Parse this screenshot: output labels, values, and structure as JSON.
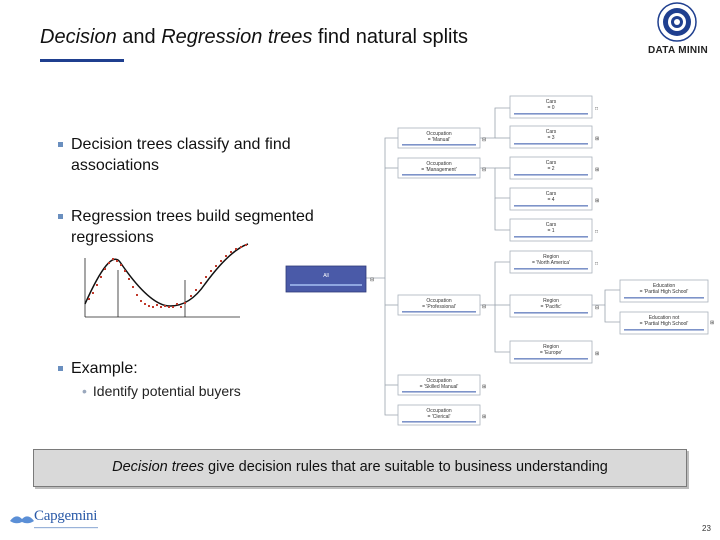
{
  "slide": {
    "title_part1": "Decision",
    "title_part2": " and ",
    "title_part3": "Regression trees",
    "title_part4": " find natural splits",
    "brand_text": "DATA MININ",
    "bullets": [
      "Decision trees classify and find associations",
      "Regression trees build segmented regressions",
      "Example:"
    ],
    "sub_bullet": "Identify potential buyers",
    "callout_italic": "Decision trees",
    "callout_rest": " give decision rules that are suitable to business understanding",
    "footer_logo_text": "Capgemini",
    "page_number": "23"
  },
  "tree": {
    "root": "All",
    "nodes": {
      "cars0": [
        "Cars",
        "= 0"
      ],
      "cars3": [
        "Cars",
        "= 3"
      ],
      "cars2": [
        "Cars",
        "= 2"
      ],
      "cars4": [
        "Cars",
        "= 4"
      ],
      "cars1": [
        "Cars",
        "= 1"
      ],
      "occ_manual": [
        "Occupation",
        "= 'Manual'"
      ],
      "occ_mgmt": [
        "Occupation",
        "= 'Management'"
      ],
      "occ_prof": [
        "Occupation",
        "= 'Professional'"
      ],
      "occ_skilled": [
        "Occupation",
        "= 'Skilled Manual'"
      ],
      "occ_clerical": [
        "Occupation",
        "= 'Clerical'"
      ],
      "region_na": [
        "Region",
        "= 'North America'"
      ],
      "region_pac": [
        "Region",
        "= 'Pacific'"
      ],
      "region_eu": [
        "Region",
        "= 'Europe'"
      ],
      "edu_phs": [
        "Education",
        "= 'Partial High School'"
      ],
      "edu_not_phs": [
        "Education not",
        "= 'Partial High School'"
      ]
    }
  }
}
